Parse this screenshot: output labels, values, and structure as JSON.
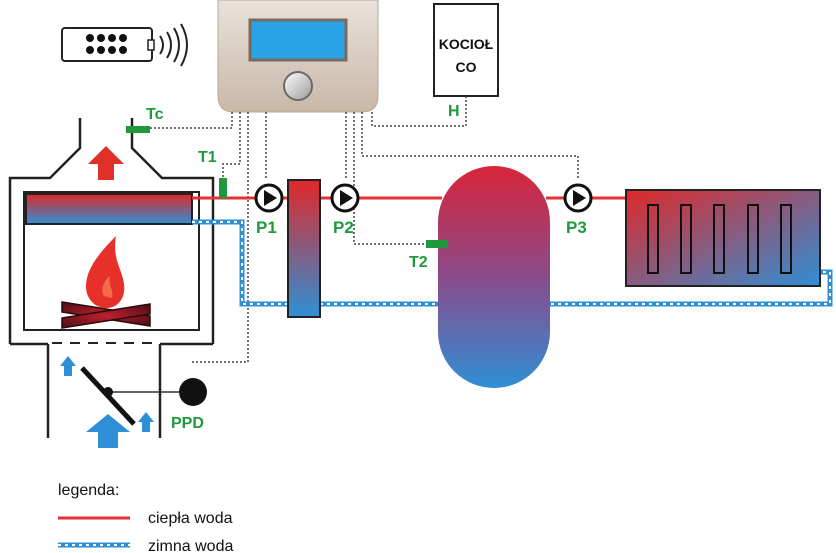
{
  "labels": {
    "tc": "Tc",
    "t1": "T1",
    "t2": "T2",
    "p1": "P1",
    "p2": "P2",
    "p3": "P3",
    "ppd": "PPD",
    "h": "H"
  },
  "boiler_box": {
    "line1": "KOCIOŁ",
    "line2": "CO"
  },
  "legend": {
    "title": "legenda:",
    "hot": "ciepła woda",
    "cold": "zimna woda"
  },
  "colors": {
    "hot": "#e53232",
    "cold": "#2f8fd6",
    "sensor": "#1e9a3c",
    "label": "#1e9a3c"
  }
}
